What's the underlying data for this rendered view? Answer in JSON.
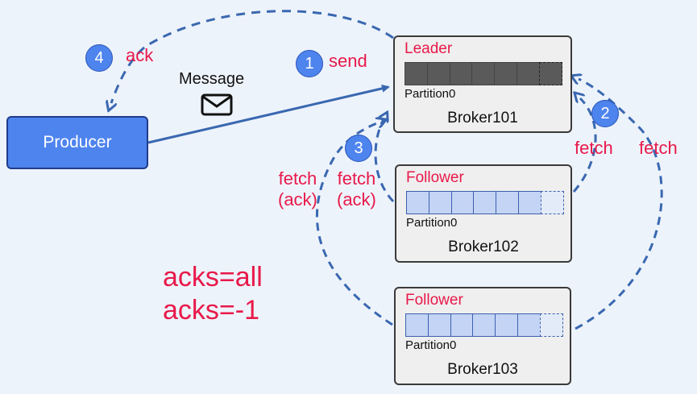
{
  "producer": {
    "label": "Producer"
  },
  "message": {
    "label": "Message"
  },
  "brokers": [
    {
      "role": "Leader",
      "partition": "Partition0",
      "name": "Broker101"
    },
    {
      "role": "Follower",
      "partition": "Partition0",
      "name": "Broker102"
    },
    {
      "role": "Follower",
      "partition": "Partition0",
      "name": "Broker103"
    }
  ],
  "steps": [
    {
      "number": "1",
      "label": "send"
    },
    {
      "number": "2",
      "label": "fetch",
      "label2": "fetch"
    },
    {
      "number": "3",
      "label": "fetch\n(ack)",
      "label2": "fetch\n(ack)"
    },
    {
      "number": "4",
      "label": "ack"
    }
  ],
  "config": {
    "line1": "acks=all",
    "line2": "acks=-1"
  },
  "colors": {
    "accent": "#e8194a",
    "producer": "#4e84ee",
    "arrow": "#3a68b0",
    "background": "#edf3fb"
  },
  "icons": {
    "message": "envelope-icon"
  }
}
